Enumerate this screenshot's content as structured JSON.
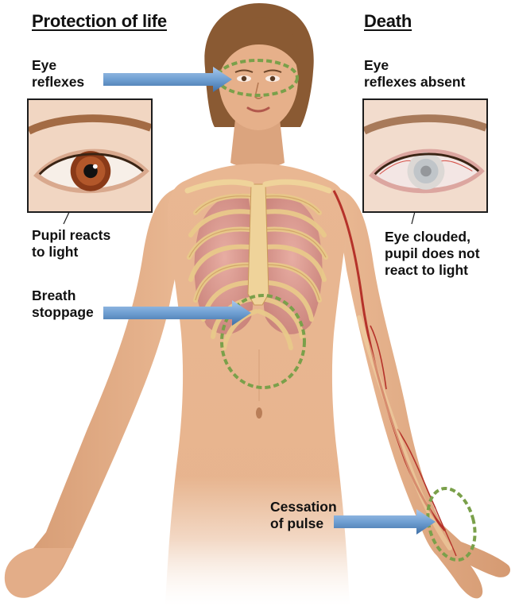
{
  "headings": {
    "left": "Protection of life",
    "right": "Death"
  },
  "labels": {
    "eye_reflexes": [
      "Eye",
      "reflexes"
    ],
    "eye_reflexes_absent": [
      "Eye",
      "reflexes absent"
    ],
    "pupil_reacts": [
      "Pupil reacts",
      "to light"
    ],
    "eye_clouded": [
      "Eye clouded,",
      "pupil does not",
      "react to light"
    ],
    "breath_stoppage": [
      "Breath",
      "stoppage"
    ],
    "cessation_of_pulse": [
      "Cessation",
      "of pulse"
    ]
  },
  "colors": {
    "skin": "#e8b48e",
    "skin_shadow": "#c98a63",
    "arrow_blue": "#6f9fd2",
    "marker_green": "#7aa04a",
    "ribs": "#e9c98a",
    "lungs": "#d99a94",
    "artery": "#b5322a",
    "hair": "#8a5a33"
  }
}
